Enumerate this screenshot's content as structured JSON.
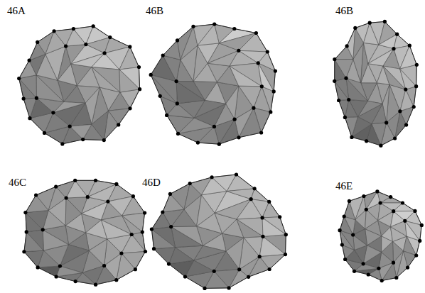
{
  "diagram": {
    "labels": [
      "46A",
      "46B",
      "46B",
      "46C",
      "46D",
      "46E"
    ]
  }
}
